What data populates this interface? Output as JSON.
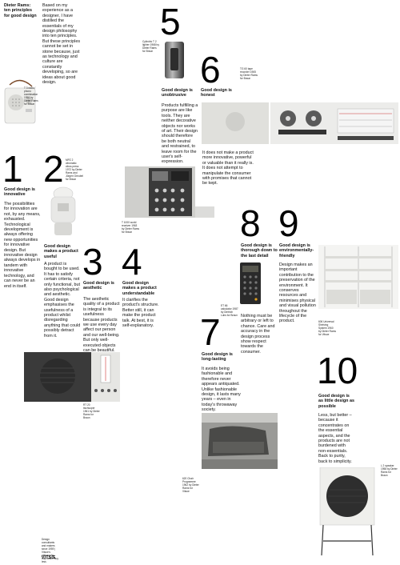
{
  "header": {
    "title": "Dieter Rams: ten principles for good design",
    "intro": "Based on my experience as a designer, I have distilled the essentials of my design philosophy into ten principles. But these principles cannot be set in stone because, just as technology and culture are constantly developing, so are ideas about good design."
  },
  "principles": [
    {
      "number": "1",
      "title": "Good design is innovative",
      "text": "The possibilities for innovation are not, by any means, exhausted. Technological development is always offering new opportunities for innovative design. But innovative design always develops in tandem with innovative technology, and can never be an end in itself."
    },
    {
      "number": "2",
      "title": "Good design makes a product useful",
      "text": "A product is bought to be used. It has to satisfy certain criteria, not only functional, but also psychological and aesthetic. Good design emphasises the usefulness of a product whilst disregarding anything that could possibly detract from it."
    },
    {
      "number": "3",
      "title": "Good design is aesthetic",
      "text": "The aesthetic quality of a product is integral to its usefulness because products we use every day affect our person and our well-being. But only well-executed objects can be beautiful."
    },
    {
      "number": "4",
      "title": "Good design makes a product understandable",
      "text": "It clarifies the product's structure. Better still, it can make the product talk. At best, it is self-explanatory."
    },
    {
      "number": "5",
      "title": "Good design is unobtrusive",
      "text": "Products fulfilling a purpose are like tools. They are neither decorative objects nor works of art. Their design should therefore be both neutral and restrained, to leave room for the user's self-expression."
    },
    {
      "number": "6",
      "title": "Good design is honest",
      "text": "It does not make a product more innovative, powerful or valuable than it really is. It does not attempt to manipulate the consumer with promises that cannot be kept."
    },
    {
      "number": "7",
      "title": "Good design is long-lasting",
      "text": "It avoids being fashionable and therefore never appears antiquated. Unlike fashionable design, it lasts many years – even in today's throwaway society."
    },
    {
      "number": "8",
      "title": "Good design is thorough down to the last detail",
      "text": "Nothing must be arbitrary or left to chance. Care and accuracy in the design process show respect towards the consumer."
    },
    {
      "number": "9",
      "title": "Good design is environmentally-friendly",
      "text": "Design makes an important contribution to the preservation of the environment. It conserves resources and minimises physical and visual pollution throughout the lifecycle of the product."
    },
    {
      "number": "10",
      "title": "Good design is as little design as possible",
      "text": "Less, but better – because it concentrates on the essential aspects, and the products are not burdened with non-essentials. Back to purity, back to simplicity."
    }
  ],
  "captions": {
    "radio": "T 3 radio / phono combination 1958 by Dieter Rams for Braun",
    "juicer": "MPZ 2 citromatic citrus press 1972 by Dieter Rams and Jürgen Greubel for Braun",
    "cylindric": "Cylindric T 2 lighter 1968 by Dieter Rams for Braun",
    "tapedeck": "TG 60 tape recorder 1965 by Dieter Rams for Braun",
    "worldreceiver": "T 1000 world receiver 1963 by Dieter Rams for Braun",
    "calculator": "ET 66 calculator 1987 by Dietrich Lubs for Braun",
    "shelving": "606 Universal Shelving System 1960 by Dieter Rams for Vitsoe",
    "audio": "RT 20 tischsuper 1961 by Dieter Rams for Braun",
    "chair": "620 Chair Programme 1962 by Dieter Rams for Vitsoe",
    "speaker": "L 2 speaker 1958 by Dieter Rams for Braun",
    "footer": "Design consultants and makers since 1959 | Vitsoe's philosophy: buy better, buy less",
    "brand": "VITSŒ"
  }
}
